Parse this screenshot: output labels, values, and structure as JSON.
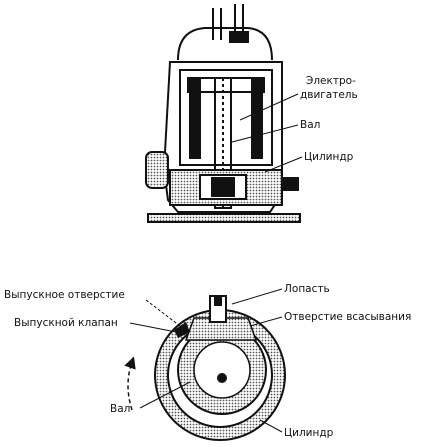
{
  "colors": {
    "ink": "#111111",
    "hatch": "#9a9a9a",
    "paper": "#ffffff"
  },
  "top": {
    "labels": {
      "motor_line1": "Электро-",
      "motor_line2": "двигатель",
      "shaft": "Вал",
      "cylinder": "Цилиндр"
    }
  },
  "bottom": {
    "labels": {
      "outlet": "Выпускное отверстие",
      "blade": "Лопасть",
      "outlet_valve": "Выпускной клапан",
      "suction": "Отверстие всасывания",
      "shaft": "Вал",
      "cylinder": "Цилиндр"
    }
  }
}
